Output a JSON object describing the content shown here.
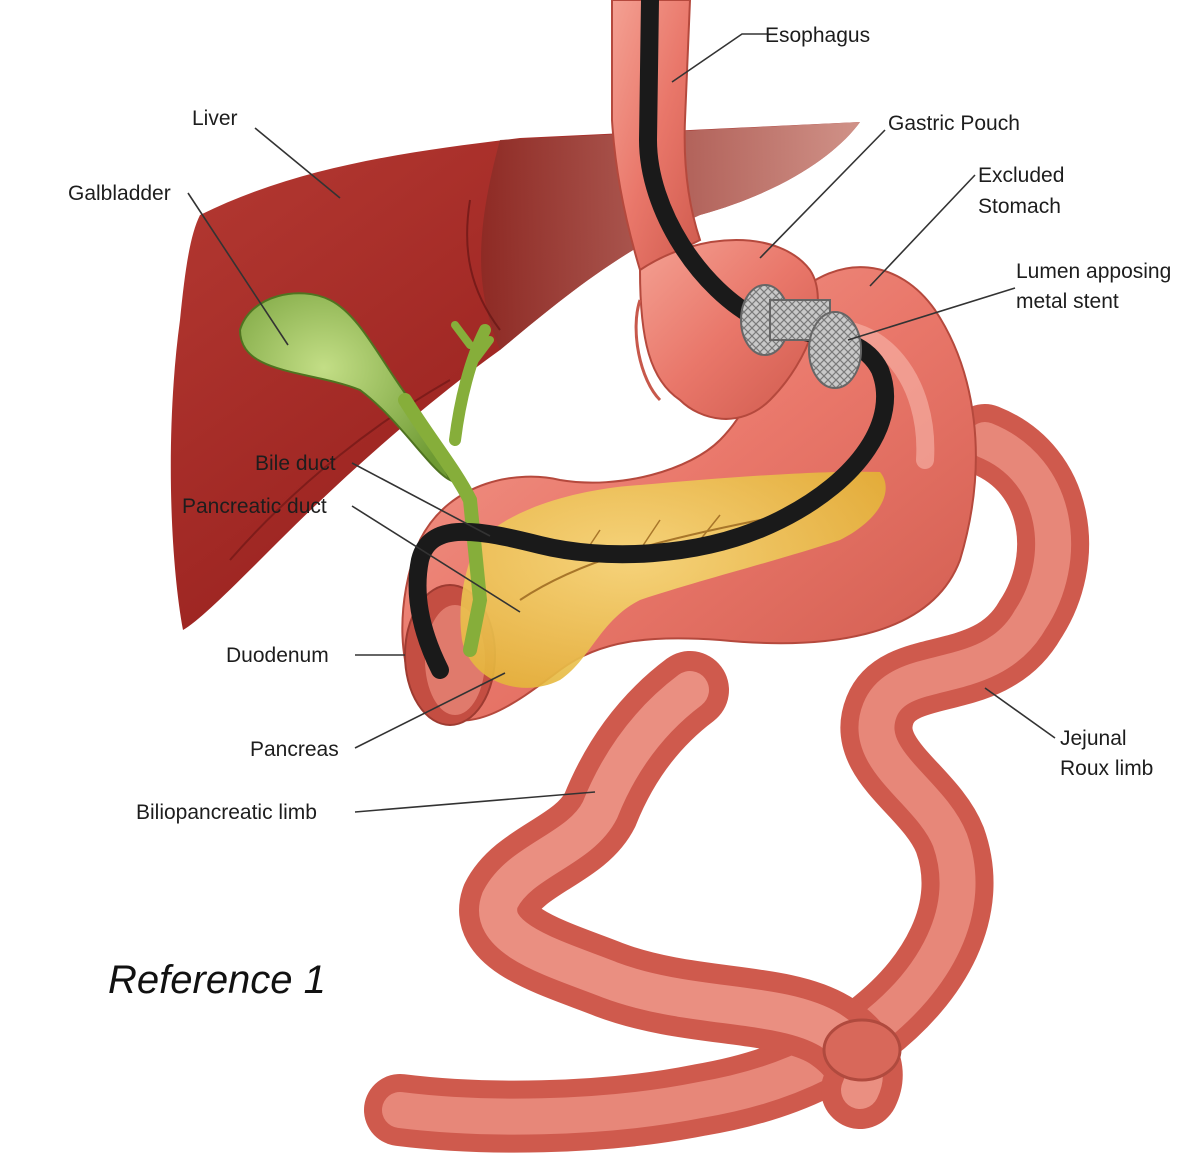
{
  "figure": {
    "labels": {
      "esophagus": "Esophagus",
      "liver": "Liver",
      "gastric_pouch": "Gastric Pouch",
      "galbladder": "Galbladder",
      "excluded_stomach_line1": "Excluded",
      "excluded_stomach_line2": "Stomach",
      "lams_line1": "Lumen apposing",
      "lams_line2": "metal stent",
      "bile_duct": "Bile duct",
      "pancreatic_duct": "Pancreatic duct",
      "duodenum": "Duodenum",
      "pancreas": "Pancreas",
      "jejunal_roux_line1": "Jejunal",
      "jejunal_roux_line2": "Roux limb",
      "biliopancreatic_limb": "Biliopancreatic limb"
    },
    "reference_label": "Reference 1",
    "colors": {
      "liver": "#9b2320",
      "liver_shadow": "#6e1414",
      "bowel": "#e9776a",
      "bowel_highlight": "#f6a99c",
      "gallbladder": "#8fb24c",
      "pancreas": "#eec34a",
      "endoscope": "#1a1a1a",
      "stent": "#b8b8b8"
    }
  }
}
